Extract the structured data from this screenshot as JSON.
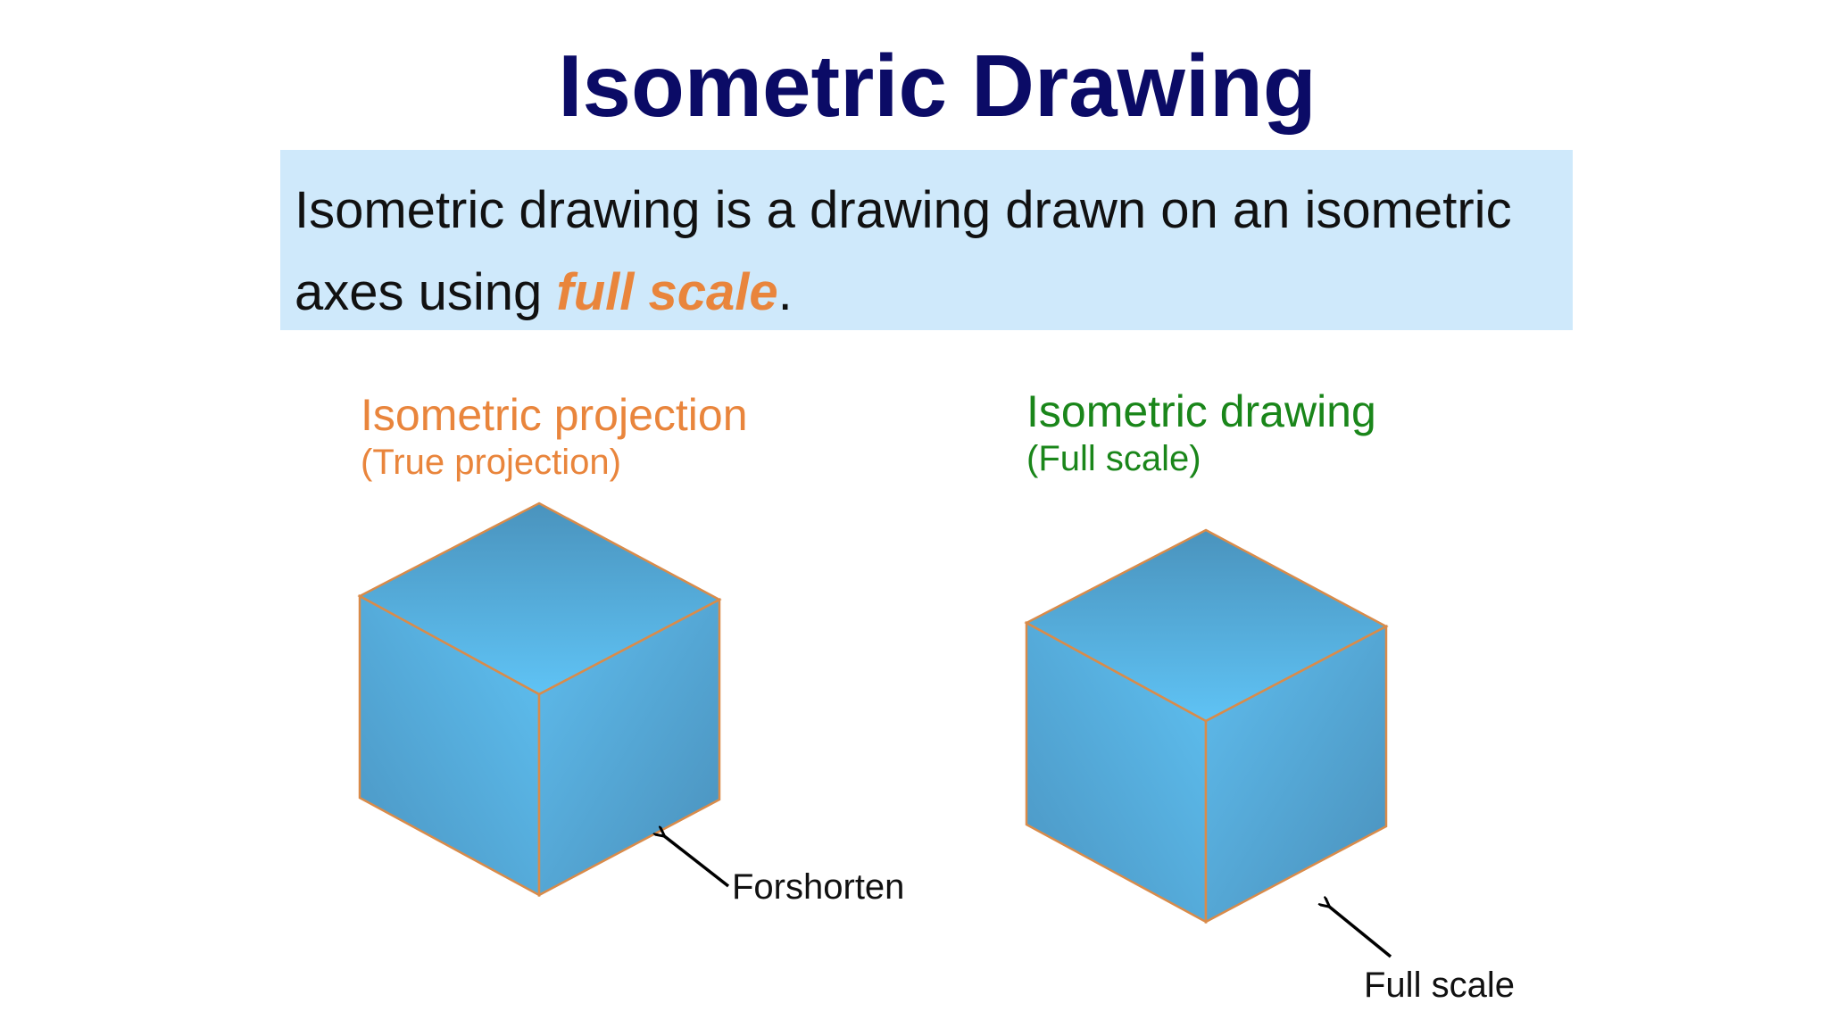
{
  "slide": {
    "title": "Isometric Drawing",
    "definition": {
      "line1": "Isometric drawing is a drawing drawn on an isometric",
      "line2_prefix": "axes using ",
      "line2_emphasis": "full scale",
      "line2_suffix": "."
    }
  },
  "left_figure": {
    "caption": "Isometric projection",
    "subcaption": "(True projection)",
    "note": "Forshorten"
  },
  "right_figure": {
    "caption": "Isometric drawing",
    "subcaption": "(Full scale)",
    "note": "Full scale"
  },
  "colors": {
    "title": "#0b0b66",
    "box_background": "#cfe9fb",
    "emphasis": "#e9853c",
    "green_caption": "#1a861a",
    "cube_face": "#5ab4e3",
    "cube_edge": "#d98b4a"
  }
}
